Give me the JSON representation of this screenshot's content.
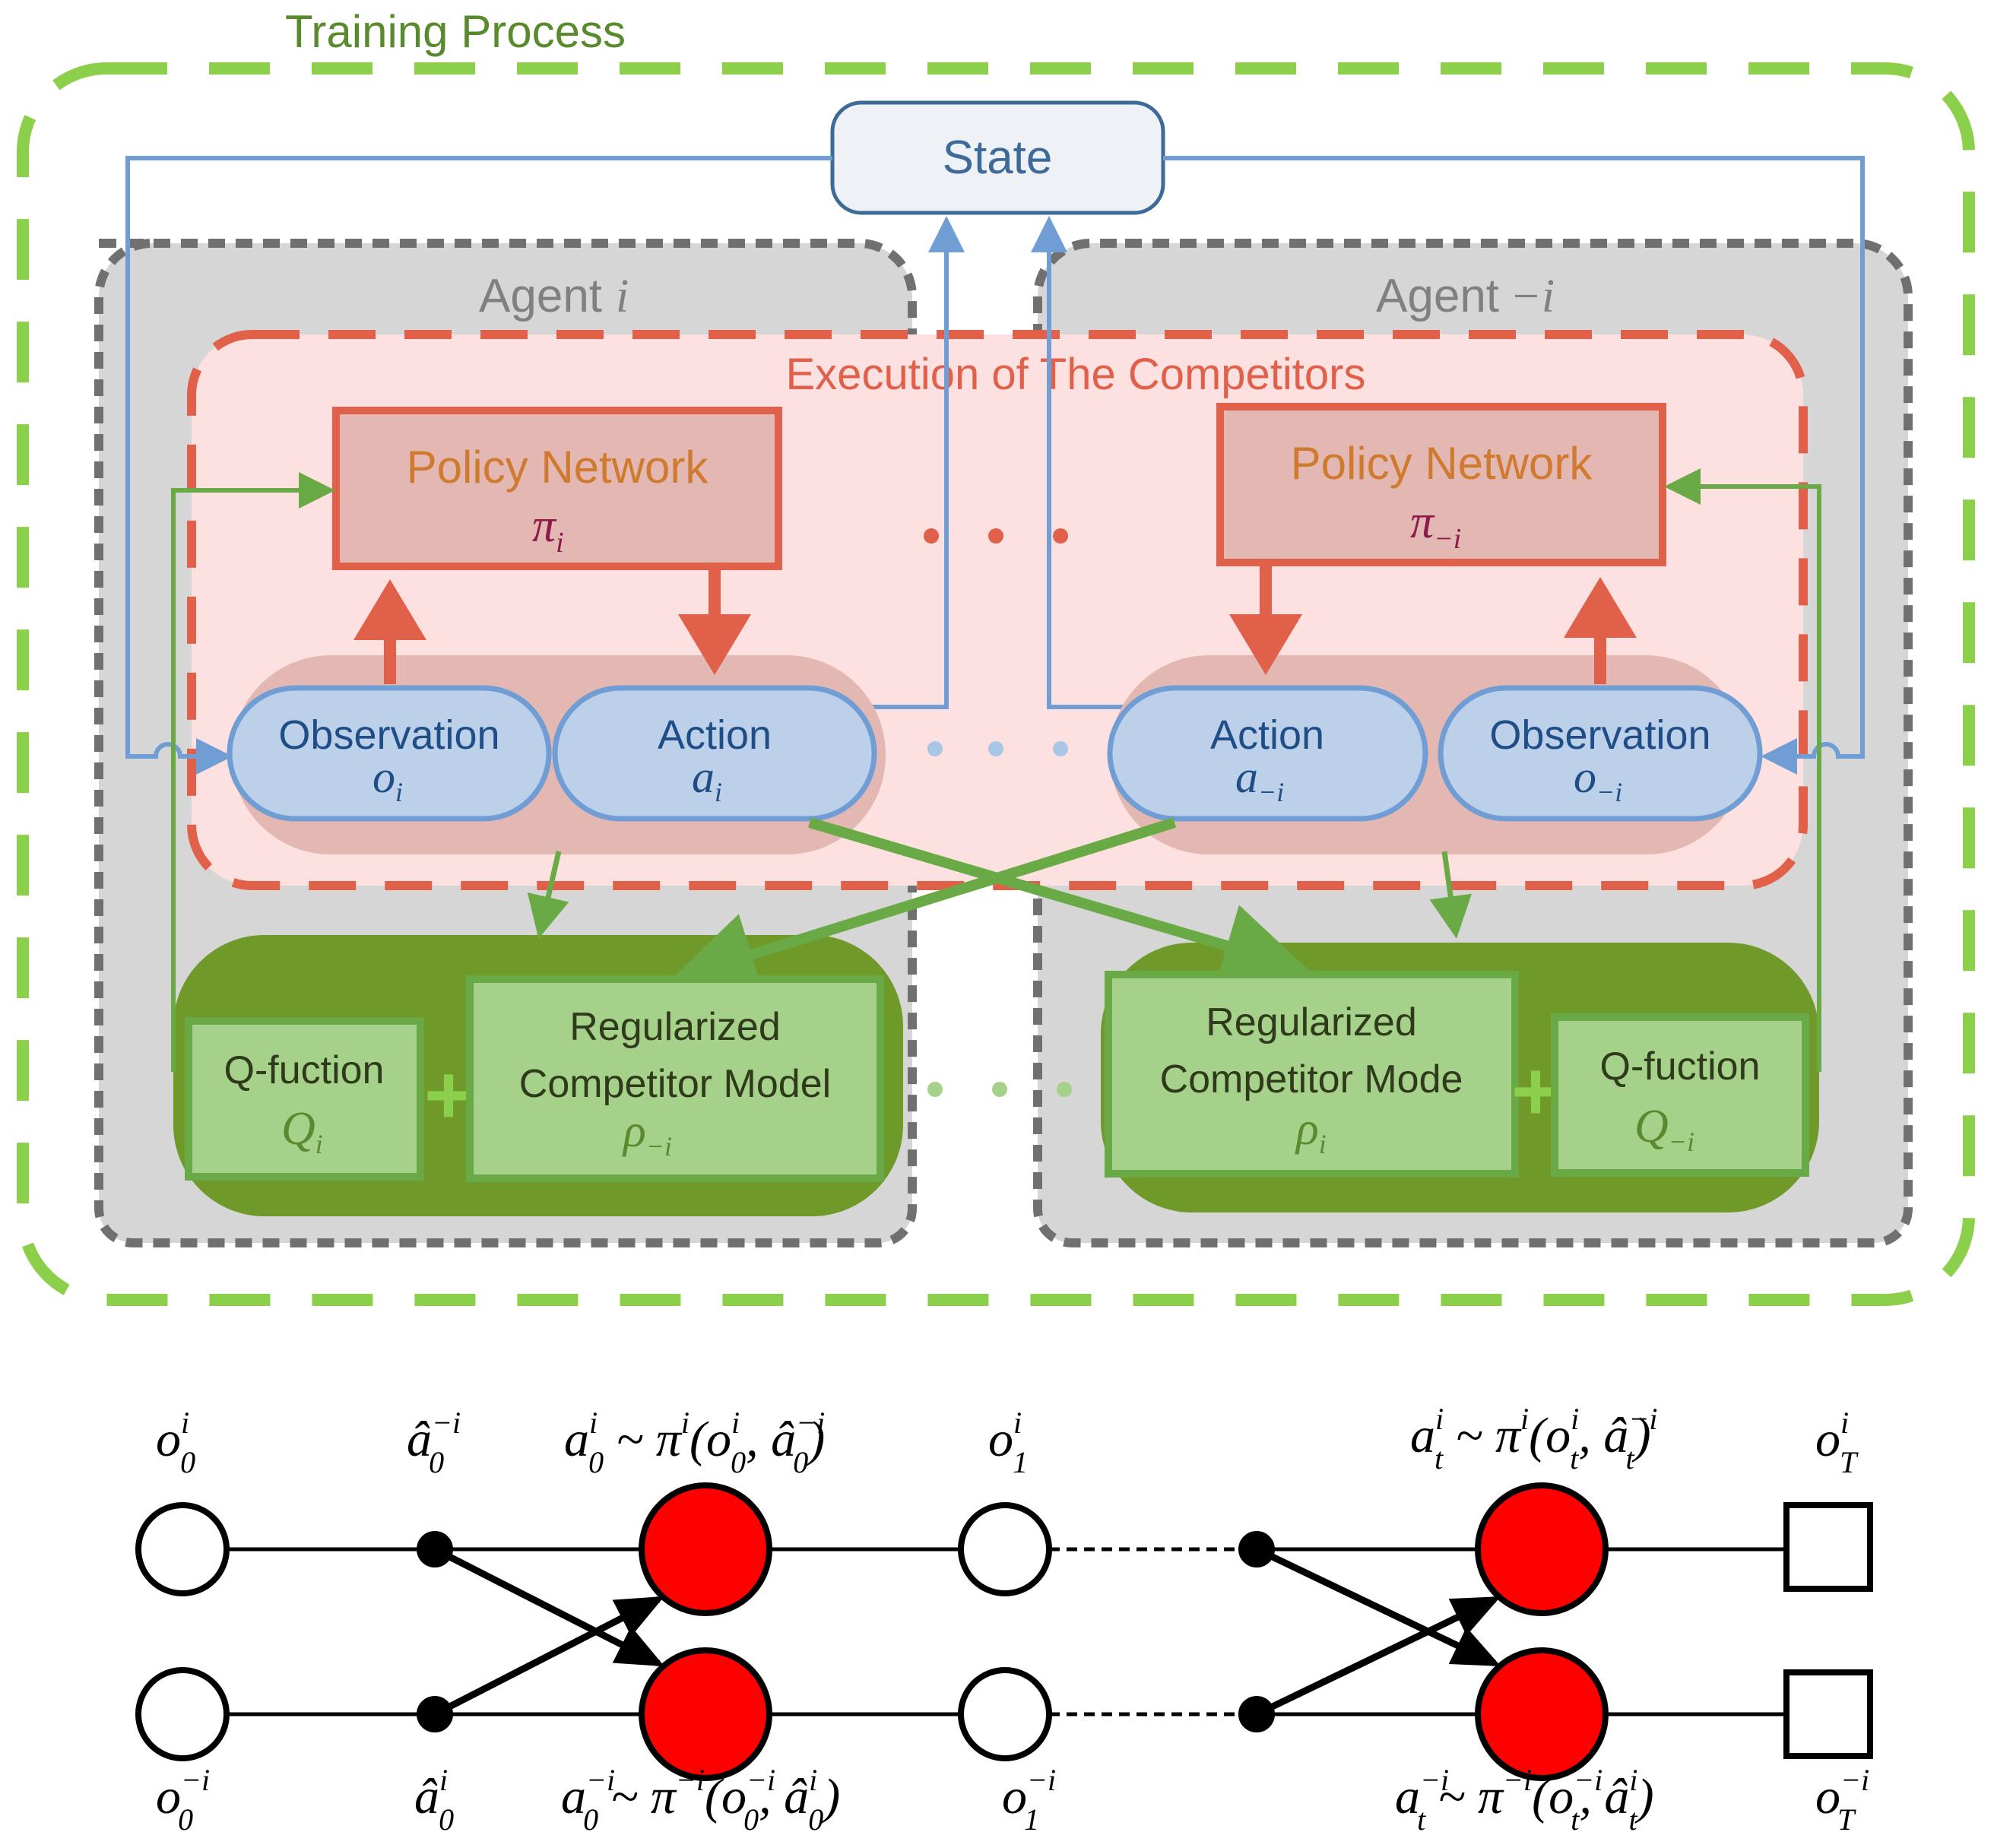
{
  "colors": {
    "training_green": "#8ccf4a",
    "training_title": "#5a8a2e",
    "agent_gray": "#707070",
    "agent_fill": "#d6d6d6",
    "exec_red": "#e0604a",
    "exec_fill": "#fde0e0",
    "policy_fill": "#e3b8b2",
    "pill_fill": "#bcd0ea",
    "pill_stroke": "#6f9dd4",
    "state_stroke": "#3d6a96",
    "blue_line": "#6f9dd4",
    "dark_green": "#6f9a2a",
    "light_green": "#a6d18a",
    "green_line": "#6aaa46",
    "red_node": "#ff0000"
  },
  "training": {
    "title": "Training Process"
  },
  "state": {
    "label": "State"
  },
  "agent_left": {
    "label": "Agent",
    "var": "i"
  },
  "agent_right": {
    "label": "Agent",
    "var": "−i"
  },
  "execution": {
    "title": "Execution of The Competitors"
  },
  "policy_left": {
    "label": "Policy Network",
    "symbol": "π",
    "sub": "i"
  },
  "policy_right": {
    "label": "Policy Network",
    "symbol": "π",
    "sub": "−i"
  },
  "obs_left": {
    "label": "Observation",
    "symbol": "o",
    "sub": "i"
  },
  "act_left": {
    "label": "Action",
    "symbol": "a",
    "sub": "i"
  },
  "act_right": {
    "label": "Action",
    "symbol": "a",
    "sub": "−i"
  },
  "obs_right": {
    "label": "Observation",
    "symbol": "o",
    "sub": "−i"
  },
  "q_left": {
    "label": "Q-fuction",
    "symbol": "Q",
    "sub": "i"
  },
  "q_right": {
    "label": "Q-fuction",
    "symbol": "Q",
    "sub": "−i"
  },
  "rcm_left": {
    "line1": "Regularized",
    "line2": "Competitor Model",
    "symbol": "ρ",
    "sub": "−i"
  },
  "rcm_right": {
    "line1": "Regularized",
    "line2": "Competitor Mode",
    "symbol": "ρ",
    "sub": "i"
  },
  "plus": "+",
  "ellipsis": "• • •",
  "graph": {
    "top": {
      "o0": {
        "base": "o",
        "sub": "0",
        "sup": "i"
      },
      "a_hat0": {
        "base": "â",
        "sub": "0",
        "sup": "−i"
      },
      "a0": {
        "base": "a",
        "sub": "0",
        "sup": "i",
        "rest": " ~ π",
        "rest_sup": "i",
        "arg1": "(o",
        "arg1_sub": "0",
        "arg1_sup": "i",
        "arg2": ", â",
        "arg2_sub": "0",
        "arg2_sup": "−i",
        "close": ")"
      },
      "o1": {
        "base": "o",
        "sub": "1",
        "sup": "i"
      },
      "at": {
        "base": "a",
        "sub": "t",
        "sup": "i",
        "rest": " ~ π",
        "rest_sup": "i",
        "arg1": "(o",
        "arg1_sub": "t",
        "arg1_sup": "i",
        "arg2": ", â",
        "arg2_sub": "t",
        "arg2_sup": "−i",
        "close": ")"
      },
      "oT": {
        "base": "o",
        "sub": "T",
        "sup": "i"
      }
    },
    "bottom": {
      "o0": {
        "base": "o",
        "sub": "0",
        "sup": "−i"
      },
      "a_hat0": {
        "base": "â",
        "sub": "0",
        "sup": "i"
      },
      "a0": {
        "base": "a",
        "sub": "0",
        "sup": "−i",
        "rest": " ~ π",
        "rest_sup": "−i",
        "arg1": "(o",
        "arg1_sub": "0",
        "arg1_sup": "−i",
        "arg2": ", â",
        "arg2_sub": "0",
        "arg2_sup": "i",
        "close": ")"
      },
      "o1": {
        "base": "o",
        "sub": "1",
        "sup": "−i"
      },
      "at": {
        "base": "a",
        "sub": "t",
        "sup": "−i",
        "rest": " ~ π",
        "rest_sup": "−i",
        "arg1": "(o",
        "arg1_sub": "t",
        "arg1_sup": "−i",
        "arg2": ", â",
        "arg2_sub": "t",
        "arg2_sup": "i",
        "close": ")"
      },
      "oT": {
        "base": "o",
        "sub": "T",
        "sup": "−i"
      }
    }
  }
}
